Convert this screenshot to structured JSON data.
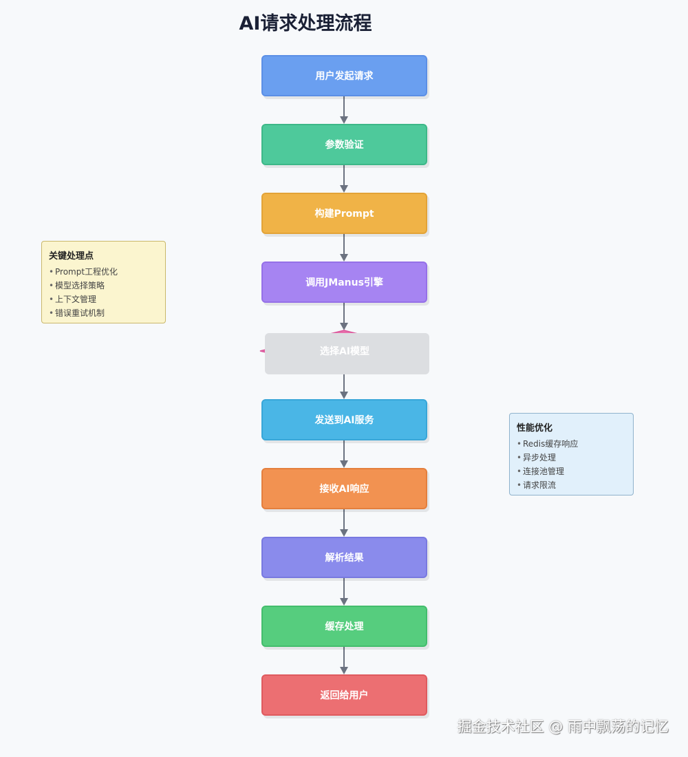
{
  "title": "AI请求处理流程",
  "steps": [
    {
      "label": "用户发起请求",
      "fill": "#6a9ff0",
      "border": "#5b8fe6"
    },
    {
      "label": "参数验证",
      "fill": "#4ec99b",
      "border": "#3db888"
    },
    {
      "label": "构建Prompt",
      "fill": "#f0b347",
      "border": "#e3a337"
    },
    {
      "label": "调用JManus引擎",
      "fill": "#a684f2",
      "border": "#9570e8"
    },
    {
      "label": "选择AI模型",
      "fill": "#e86fab",
      "border": "#d9559a",
      "shape": "diamond"
    },
    {
      "label": "发送到AI服务",
      "fill": "#4ab6e6",
      "border": "#38a6d8"
    },
    {
      "label": "接收AI响应",
      "fill": "#f29251",
      "border": "#e47f3d"
    },
    {
      "label": "解析结果",
      "fill": "#8a8bec",
      "border": "#7879e0"
    },
    {
      "label": "缓存处理",
      "fill": "#56cd7e",
      "border": "#43bd6c"
    },
    {
      "label": "返回给用户",
      "fill": "#ec6f72",
      "border": "#df5a5e"
    }
  ],
  "notes": {
    "key_points": {
      "title": "关键处理点",
      "items": [
        "Prompt工程优化",
        "模型选择策略",
        "上下文管理",
        "错误重试机制"
      ],
      "fill": "#fbf5cf",
      "border": "#c9b76a"
    },
    "performance": {
      "title": "性能优化",
      "items": [
        "Redis缓存响应",
        "异步处理",
        "连接池管理",
        "请求限流"
      ],
      "fill": "#e1f0fb",
      "border": "#8fb2cc"
    }
  },
  "arrow_color": "#6b7280",
  "watermark": "掘金技术社区 @ 雨中飘荡的记忆"
}
